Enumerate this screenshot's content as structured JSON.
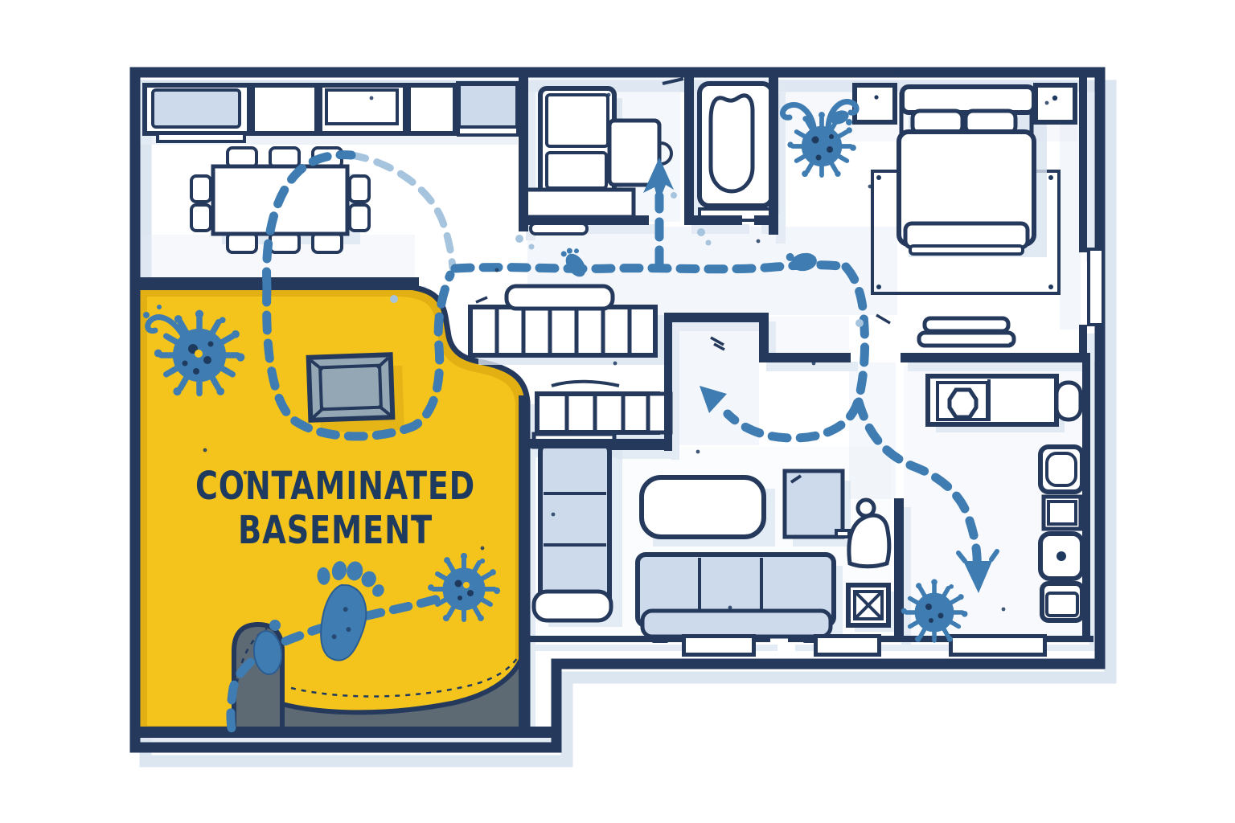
{
  "basement": {
    "label_line1": "CONTAMINATED",
    "label_line2": "BASEMENT"
  },
  "palette": {
    "wall-navy": "#24395c",
    "ink-navy": "#1f3a5f",
    "paper": "#ffffff",
    "shadow-blue": "#d9e4ef",
    "wash-blue": "#e4ecf5",
    "furniture-blue": "#ccdaec",
    "hazard-yellow": "#f4c41d",
    "hazard-yellow-deep": "#e2b013",
    "germ-blue": "#3e7cb1",
    "germ-blue-dark": "#2b5d92",
    "germ-blue-light": "#a6c4de",
    "entry-gray": "#5d6973",
    "crate-gray": "#93a7b4"
  },
  "icons": {
    "virus-icon": "spiked circle with dark spots",
    "footprint-icon": "blue foot with five toes",
    "trail-icon": "dashed blue contamination path",
    "arrow-icon": "hand-drawn blue arrowhead",
    "person-icon": "human silhouette",
    "crate-x-icon": "box crossed with X",
    "window-icon": "double-line floor-plan window",
    "stairs-icon": "treaded stair block"
  }
}
